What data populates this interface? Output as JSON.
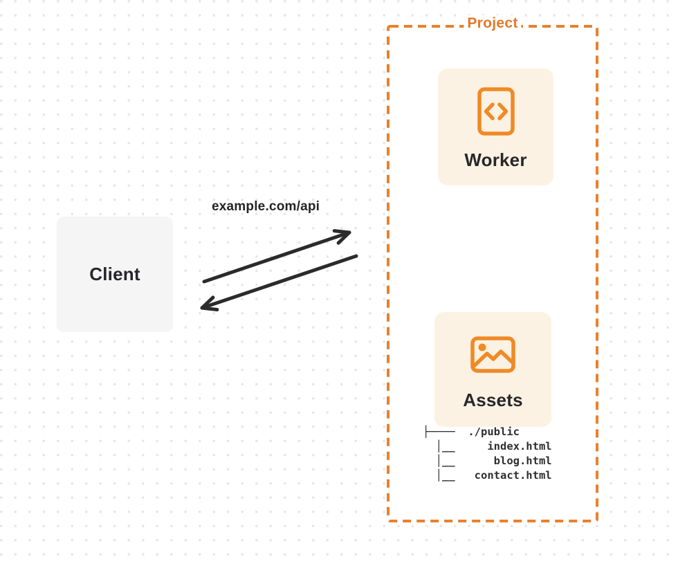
{
  "colors": {
    "accent_orange": "#E8802D",
    "icon_orange": "#F08A26",
    "node_background": "#FCF2E3",
    "client_background": "#F5F5F6",
    "arrow": "#2B2B2B",
    "text_dark": "#27272A",
    "dot_grid": "#E6E6E6"
  },
  "diagram": {
    "client": {
      "label": "Client"
    },
    "request": {
      "url_label": "example.com/api"
    },
    "project": {
      "label": "Project",
      "nodes": [
        {
          "id": "worker",
          "icon": "code-file-icon",
          "label": "Worker"
        },
        {
          "id": "assets",
          "icon": "image-icon",
          "label": "Assets"
        }
      ],
      "file_tree": {
        "lines": [
          "├────  ./public",
          "  │__     index.html",
          "  │__      blog.html",
          "  │__   contact.html"
        ]
      }
    }
  }
}
